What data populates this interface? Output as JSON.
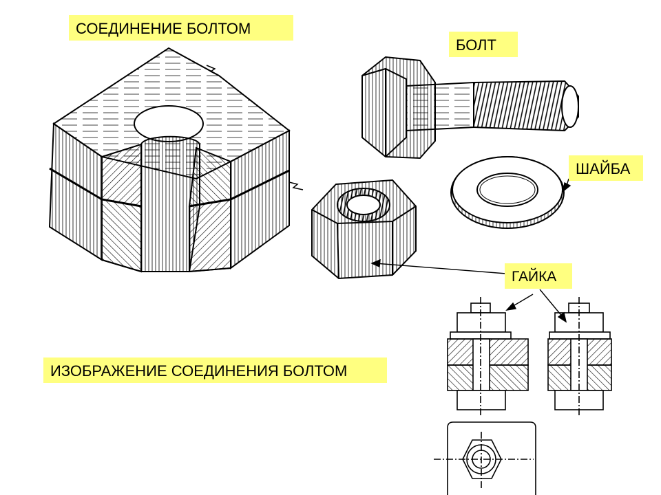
{
  "labels": {
    "title": "СОЕДИНЕНИЕ БОЛТОМ",
    "bolt": "БОЛТ",
    "washer": "ШАЙБА",
    "nut": "ГАЙКА",
    "image": "ИЗОБРАЖЕНИЕ СОЕДИНЕНИЯ БОЛТОМ"
  },
  "colors": {
    "label_background": "#ffff80",
    "line": "#000000",
    "background": "#ffffff"
  }
}
